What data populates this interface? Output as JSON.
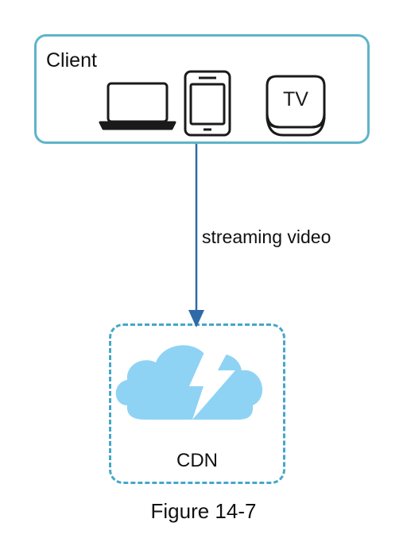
{
  "client": {
    "label": "Client",
    "devices": [
      {
        "icon": "laptop-icon"
      },
      {
        "icon": "mobile-phone-icon"
      },
      {
        "icon": "tv-box-icon",
        "label": "TV"
      }
    ]
  },
  "edge": {
    "label": "streaming video"
  },
  "cdn": {
    "label": "CDN",
    "icon": "cloud-lightning-icon"
  },
  "caption": "Figure 14-7",
  "colors": {
    "client_border": "#5fb4c9",
    "cdn_border": "#46a7c7",
    "cloud_fill": "#8fd3f4",
    "arrow": "#2f6aa8",
    "device_stroke": "#1a1a1a"
  }
}
